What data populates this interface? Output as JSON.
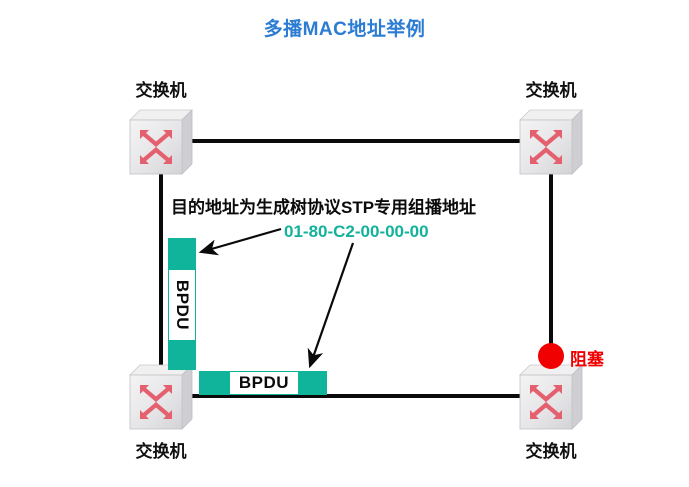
{
  "title": "多播MAC地址举例",
  "colors": {
    "title_blue": "#2B7CD3",
    "teal": "#0FB49B",
    "mac_teal": "#12B29B",
    "blocked_red": "#F00000",
    "link_black": "#0A0A0A",
    "switch_arrow_red": "#E4606F"
  },
  "nodes": [
    {
      "id": "sw-top-left",
      "label": "交换机",
      "label_pos": "above"
    },
    {
      "id": "sw-top-right",
      "label": "交换机",
      "label_pos": "above"
    },
    {
      "id": "sw-bottom-left",
      "label": "交换机",
      "label_pos": "below"
    },
    {
      "id": "sw-bottom-right",
      "label": "交换机",
      "label_pos": "below"
    }
  ],
  "annotations": {
    "destination_note": "目的地址为生成树协议STP专用组播地址",
    "mac_address": "01-80-C2-00-00-00"
  },
  "frames": {
    "vertical_bpdu_label": "BPDU",
    "horizontal_bpdu_label": "BPDU"
  },
  "blocked": {
    "label": "阻塞"
  },
  "icons": {
    "switch": "switch-crossed-arrows-icon",
    "blocked_dot": "blocked-circle-icon",
    "pointer_left": "arrow-pointer-icon",
    "pointer_down": "arrow-pointer-icon"
  }
}
